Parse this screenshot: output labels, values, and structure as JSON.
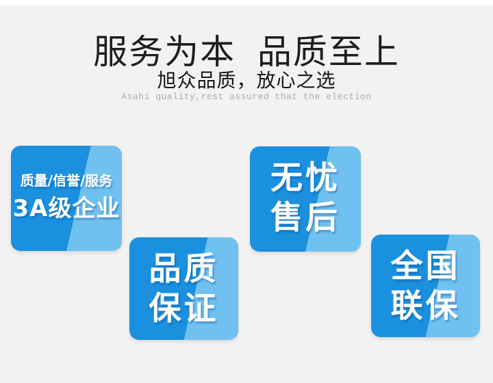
{
  "page": {
    "background_color": "#f2f2f2",
    "top_strip_color": "#ffffff"
  },
  "header": {
    "title": "服务为本  品质至上",
    "subtitle": "旭众品质，放心之选",
    "subtitle_en": "Asahi quality,rest assured that the election"
  },
  "colors": {
    "badge_dark": "#1a90de",
    "badge_light": "#70c1f0",
    "badge_text": "#ffffff",
    "title_text": "#1e1e1e",
    "subtitle_en_text": "#ababab"
  },
  "badges": [
    {
      "id": "3a-enterprise",
      "line1": "质量/信誉/服务",
      "line2": "3A级企业"
    },
    {
      "id": "quality-guarantee",
      "line1": "品质",
      "line2": "保证"
    },
    {
      "id": "worry-free-aftersale",
      "line1": "无忧",
      "line2": "售后"
    },
    {
      "id": "national-warranty",
      "line1": "全国",
      "line2": "联保"
    }
  ]
}
